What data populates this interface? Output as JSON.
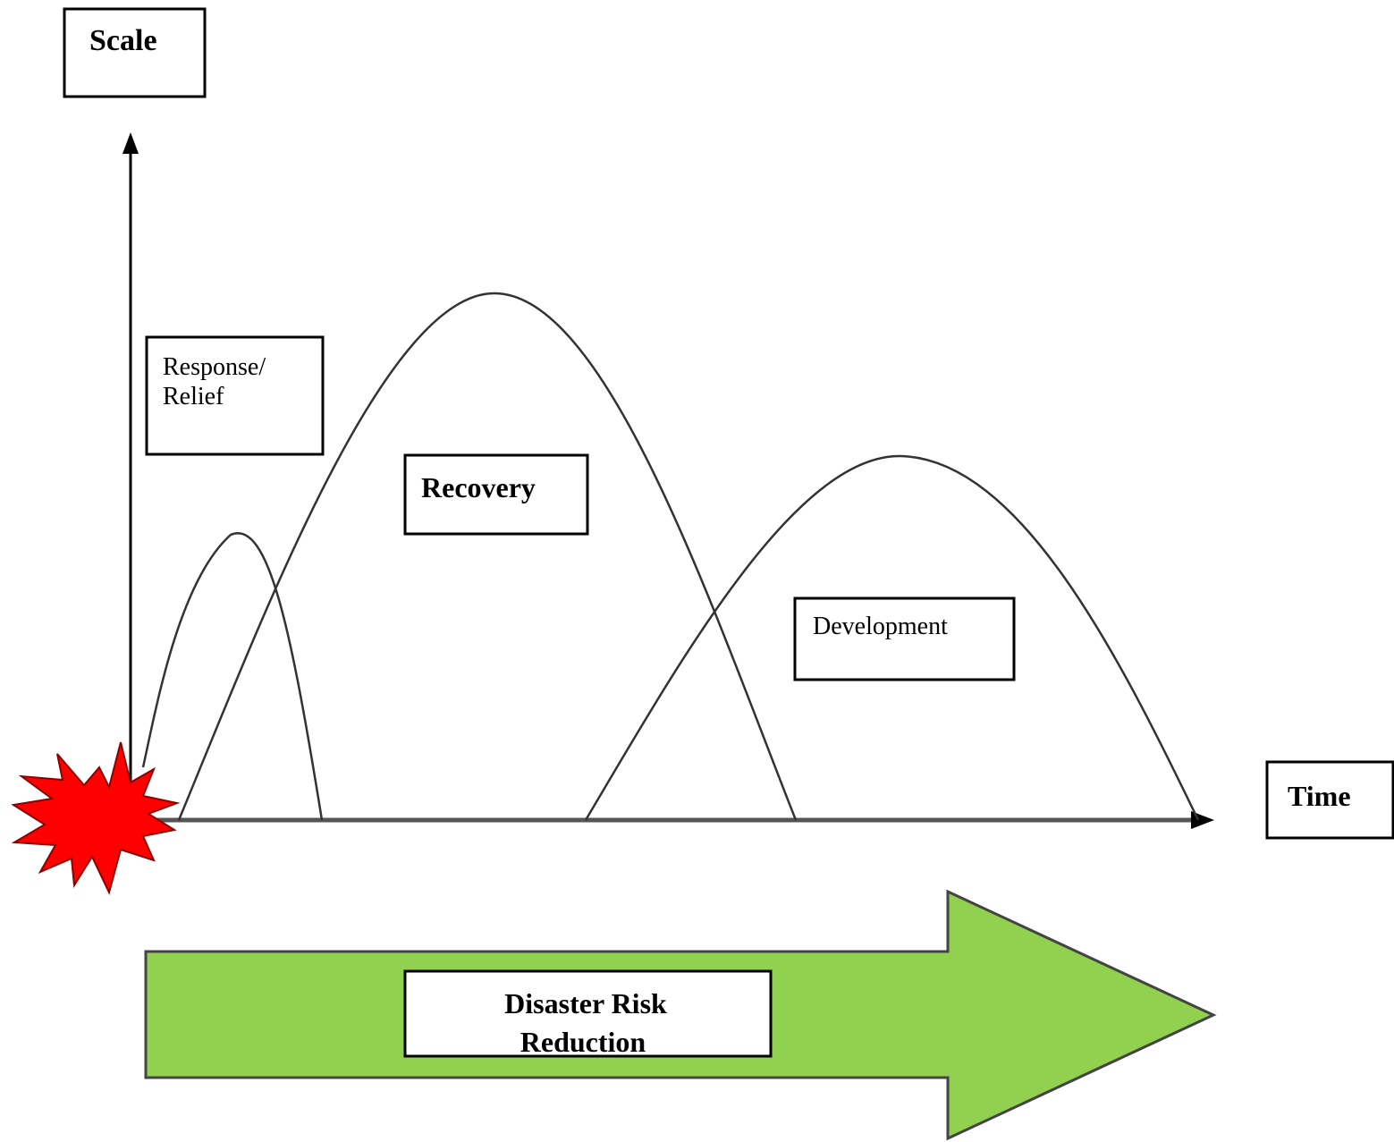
{
  "labels": {
    "y_axis": "Scale",
    "x_axis": "Time",
    "response_line1": "Response/",
    "response_line2": "Relief",
    "recovery": "Recovery",
    "development": "Development",
    "drr_line1": "Disaster Risk",
    "drr_line2": "Reduction"
  },
  "colors": {
    "line": "#333333",
    "axis": "#000000",
    "burst": "#ff0000",
    "arrow_fill": "#92d050",
    "box_border": "#000000"
  },
  "icons": {
    "disaster_marker": "explosion-burst-icon"
  }
}
